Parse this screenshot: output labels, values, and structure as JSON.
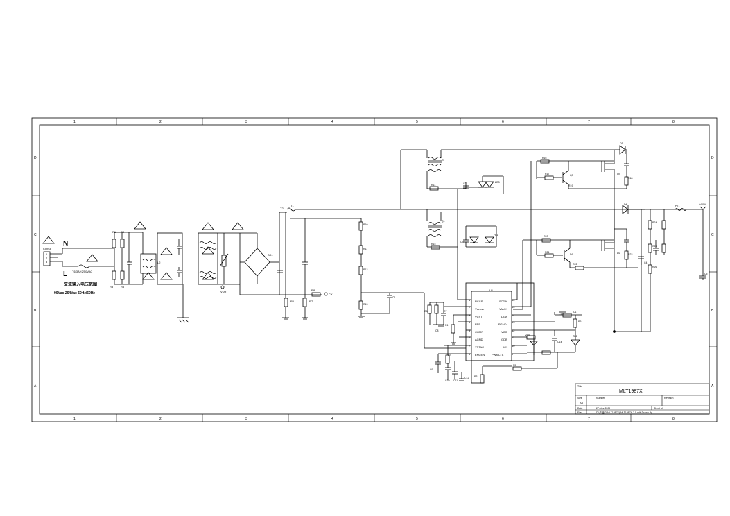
{
  "border": {
    "columns": [
      "1",
      "2",
      "3",
      "4",
      "5",
      "6",
      "7",
      "8"
    ],
    "rows": [
      "D",
      "C",
      "B",
      "A"
    ]
  },
  "input": {
    "connector": "CON3",
    "pins": [
      "1",
      "2",
      "3"
    ],
    "neutral": "N",
    "live": "L",
    "fuse_rating": "T6.3AH 250VAC",
    "title_cn": "交流输入电压范围：",
    "range": "90Vac-264Vac   50Hz/60Hz"
  },
  "labels": {
    "R": [
      "R1",
      "R2",
      "R3",
      "R5",
      "R6",
      "R7",
      "R8",
      "R10",
      "R11",
      "R12",
      "R13",
      "R14",
      "R15",
      "R16",
      "R17",
      "R18",
      "R19",
      "R20",
      "R21",
      "R22",
      "R23",
      "R24",
      "R25",
      "R26"
    ],
    "C": [
      "C1",
      "C2",
      "C3",
      "C4",
      "C5",
      "C6",
      "C7",
      "C8",
      "C9",
      "C10",
      "C11",
      "C12",
      "C13",
      "C14",
      "C15",
      "C16",
      "C17",
      "C18"
    ],
    "misc": [
      "BD1",
      "VDR",
      "CX1",
      "L1",
      "L2",
      "T1",
      "T2",
      "T3",
      "Q1",
      "Q2",
      "Q3",
      "Q4",
      "D1",
      "D2",
      "D3",
      "D4",
      "ZD1",
      "ZD2",
      "ZD3",
      "FB1",
      "IC1",
      "CX",
      "D5"
    ]
  },
  "ic": {
    "ref": "U1",
    "left_pins": [
      "RCCS",
      "Vsense",
      "VCST",
      "FBS",
      "COMP",
      "AGND",
      "VSTAC",
      "ENCEN"
    ],
    "right_pins": [
      "SCDA",
      "VAUX",
      "DGA",
      "PGND",
      "VCC",
      "GDB",
      "IC1",
      "PWMCTL"
    ],
    "left_nums": [
      "1",
      "2",
      "3",
      "4",
      "5",
      "6",
      "7",
      "8"
    ],
    "right_nums": [
      "16",
      "15",
      "14",
      "13",
      "12",
      "11",
      "10",
      "9"
    ]
  },
  "output": {
    "label": "+400V",
    "connector": "PT1"
  },
  "title_block": {
    "title_label": "Title",
    "title": "MLT1987X",
    "size_label": "Size",
    "size": "A3",
    "number_label": "Number",
    "revision_label": "Revision",
    "date_label": "Date",
    "date": "27-Nov-2009",
    "sheet_label": "Sheet   of",
    "file_label": "File",
    "file": "D:\\产品\\D(MLT1987X)\\MLT1987X 2.0.ddb  Drawn By"
  }
}
